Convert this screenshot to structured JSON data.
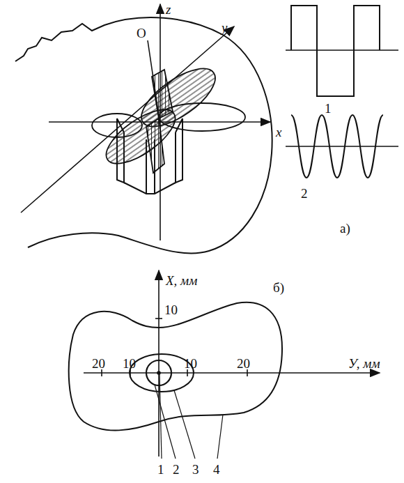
{
  "diagram": {
    "labels": [
      "z",
      "O",
      "y",
      "x",
      "1",
      "2",
      "а)",
      "X, мм",
      "б)",
      "10",
      "20",
      "10",
      "10",
      "20",
      "У, мм",
      "1",
      "2",
      "3",
      "4"
    ]
  }
}
